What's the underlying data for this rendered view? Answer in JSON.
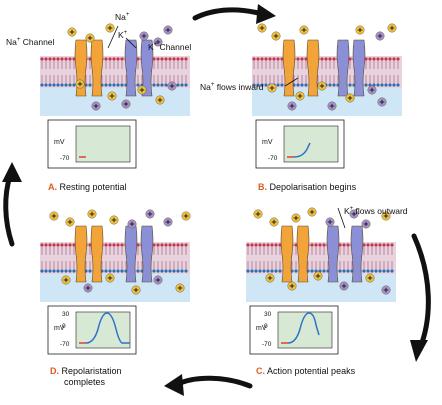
{
  "labels": {
    "na_channel": "Na",
    "na_channel_rest": " Channel",
    "k_channel": "K",
    "k_channel_rest": " Channel",
    "na_ion": "Na",
    "k_ion": "K",
    "na_flow": "Na",
    "na_flow_rest": " flows inward",
    "k_flow": "K",
    "k_flow_rest": " flows outward",
    "plus_sup": "+"
  },
  "graph": {
    "y_label": "mV",
    "ticks": [
      "30",
      "0",
      "-70"
    ]
  },
  "stages": [
    {
      "letter": "A.",
      "text": "Resting potential",
      "text2": ""
    },
    {
      "letter": "B.",
      "text": "Depolarisation begins",
      "text2": ""
    },
    {
      "letter": "C.",
      "text": "Action potential peaks",
      "text2": ""
    },
    {
      "letter": "D.",
      "text": "Repolaristation",
      "text2": "completes"
    }
  ],
  "colors": {
    "membrane_top": "#e8d2de",
    "extracellular": "#ffffff",
    "intracellular": "#cfe6f6",
    "na_channel": "#f2a33a",
    "k_channel": "#8a8fd6",
    "na_ion": "#f4c542",
    "k_ion": "#a893d8",
    "graph_bg": "#d7e8d4",
    "curve": "#2d74c7",
    "rest_line": "#d43a2a",
    "letter": "#e05a1c"
  }
}
